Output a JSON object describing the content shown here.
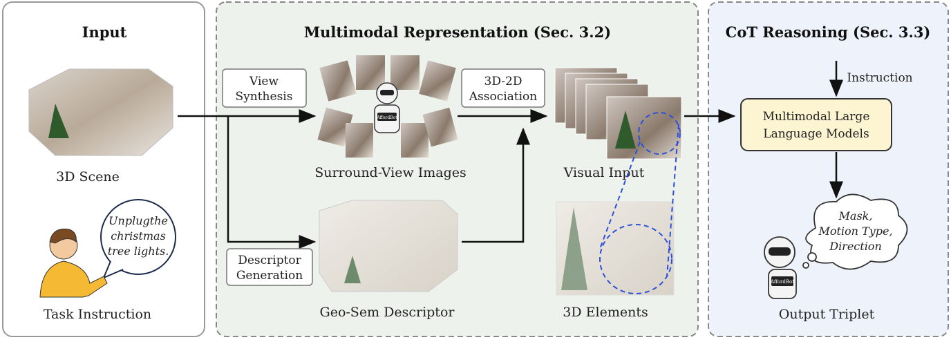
{
  "panels": {
    "input": {
      "title": "Input",
      "scene_label": "3D Scene",
      "task_label": "Task Instruction",
      "speech": [
        "Unplugthe",
        "christmas",
        "tree lights."
      ]
    },
    "representation": {
      "title": "Multimodal Representation (Sec. 3.2)",
      "view_synthesis": [
        "View",
        "Synthesis"
      ],
      "association": [
        "3D-2D",
        "Association"
      ],
      "descriptor_generation": [
        "Descriptor",
        "Generation"
      ],
      "surround_label": "Surround-View Images",
      "visual_input_label": "Visual Input",
      "geosem_label": "Geo-Sem Descriptor",
      "elements_label": "3D Elements",
      "robot_badge": "AffordBot"
    },
    "reasoning": {
      "title": "CoT Reasoning (Sec. 3.3)",
      "instruction": "Instruction",
      "llm": [
        "Multimodal Large",
        "Language Models"
      ],
      "thought": [
        "Mask,",
        "Motion Type,",
        "Direction"
      ],
      "output_label": "Output Triplet",
      "robot_badge": "AffordBot"
    }
  },
  "colors": {
    "middle_bg": "#eef2ec",
    "right_bg": "#eef2fa",
    "llm_fill": "#fdf5d2",
    "highlight": "#2b4fd8"
  }
}
